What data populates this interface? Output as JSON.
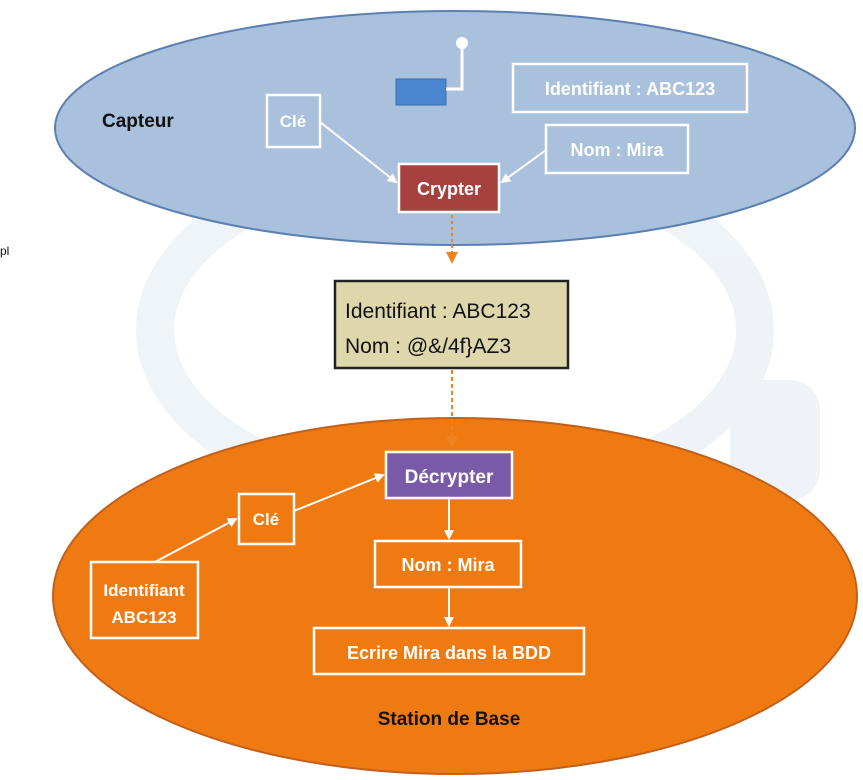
{
  "diagram": {
    "sensor": {
      "title": "Capteur",
      "key_label": "Clé",
      "identifier_label": "Identifiant : ABC123",
      "name_label": "Nom : Mira",
      "encrypt_label": "Crypter"
    },
    "message": {
      "line1": "Identifiant : ABC123",
      "line2": "Nom : @&/4f}AZ3"
    },
    "base_station": {
      "title": "Station de Base",
      "decrypt_label": "Décrypter",
      "key_label": "Clé",
      "identifier_line1": "Identifiant",
      "identifier_line2": "ABC123",
      "name_label": "Nom : Mira",
      "write_label": "Ecrire Mira dans la BDD"
    },
    "edge_fragment": "pl"
  },
  "colors": {
    "sensor_fill": "#a9c1dd",
    "base_fill": "#f07a12",
    "encrypt_fill": "#a5413e",
    "decrypt_fill": "#7a5aa8",
    "message_fill": "#ded7ac",
    "arrow_orange": "#f0821f"
  }
}
